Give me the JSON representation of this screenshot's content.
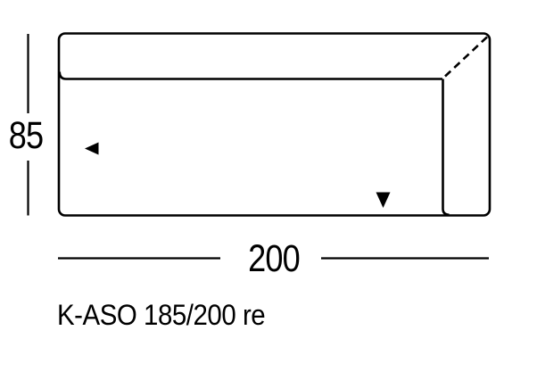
{
  "diagram": {
    "type": "furniture-schematic-top-view",
    "model_label": "K-ASO 185/200 re",
    "dimensions": {
      "height_value": "85",
      "width_value": "200"
    },
    "icons": {
      "orientation_left": "arrow-left-icon",
      "orientation_down": "arrow-down-icon"
    },
    "colors": {
      "line": "#000000",
      "background": "#ffffff"
    }
  }
}
